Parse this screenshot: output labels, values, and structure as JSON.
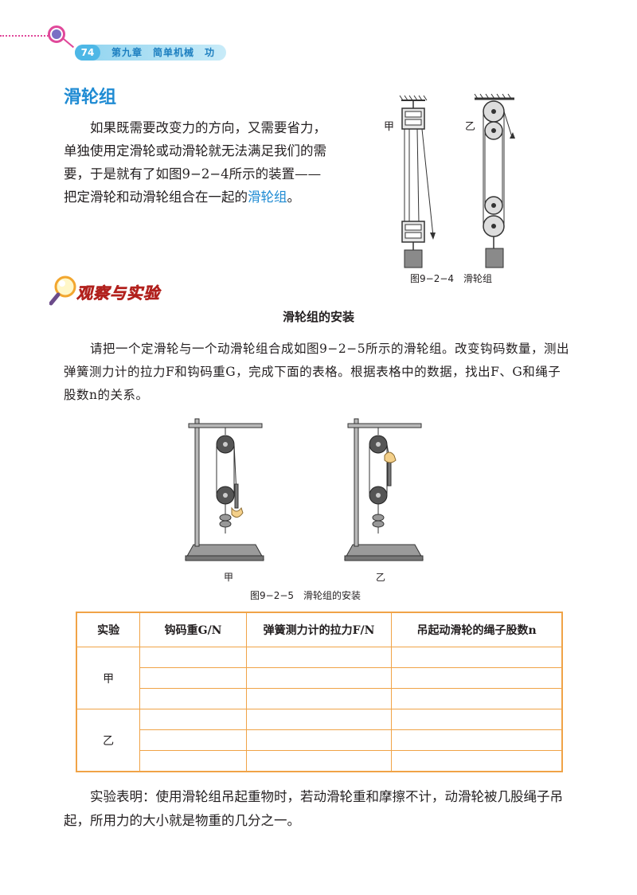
{
  "header": {
    "page_number": "74",
    "chapter_title": "第九章　简单机械　功"
  },
  "section": {
    "title": "滑轮组",
    "intro_text": "如果既需要改变力的方向，又需要省力，单独使用定滑轮或动滑轮就无法满足我们的需要，于是就有了如图9−2−4所示的装置——把定滑轮和动滑轮组合在一起的",
    "intro_keyword": "滑轮组",
    "intro_end": "。"
  },
  "figure_924": {
    "label_left": "甲",
    "label_right": "乙",
    "caption": "图9−2−4　滑轮组"
  },
  "observe_banner": "观察与实验",
  "experiment": {
    "title": "滑轮组的安装",
    "text": "请把一个定滑轮与一个动滑轮组合成如图9−2−5所示的滑轮组。改变钩码数量，测出弹簧测力计的拉力F和钩码重G，完成下面的表格。根据表格中的数据，找出F、G和绳子股数n的关系。"
  },
  "figure_925": {
    "label_left": "甲",
    "label_right": "乙",
    "caption": "图9−2−5　滑轮组的安装"
  },
  "table": {
    "headers": [
      "实验",
      "钩码重G/N",
      "弹簧测力计的拉力F/N",
      "吊起动滑轮的绳子股数n"
    ],
    "row_groups": [
      "甲",
      "乙"
    ]
  },
  "conclusion": "实验表明：使用滑轮组吊起重物时，若动滑轮重和摩擦不计，动滑轮被几股绳子吊起，所用力的大小就是物重的几分之一。",
  "colors": {
    "accent_blue": "#1f8bd3",
    "header_pink": "#e0489a",
    "table_orange": "#f0a347",
    "banner_red": "#e8322e"
  }
}
